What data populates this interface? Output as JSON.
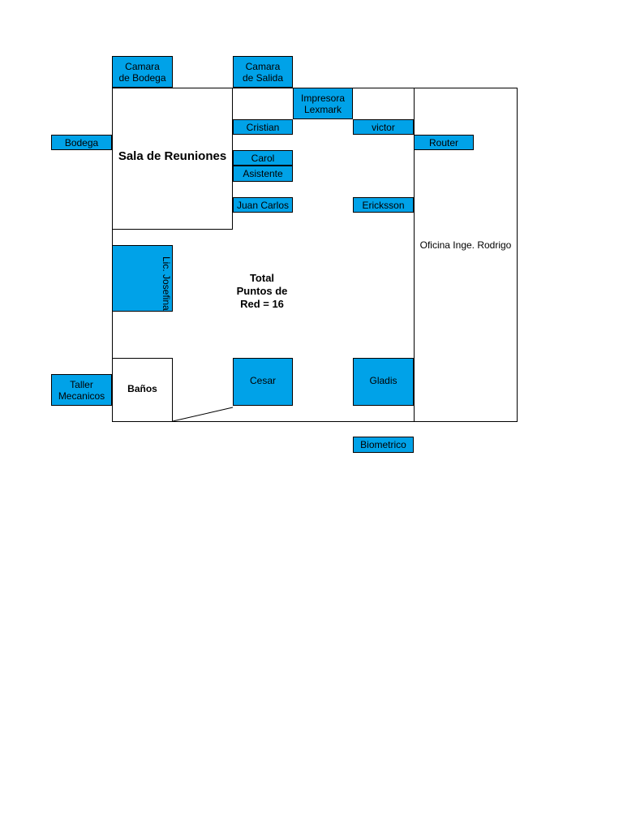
{
  "rooms": {
    "meeting_room": "Sala de Reuniones",
    "bathrooms": "Baños",
    "office": "Oficina Inge. Rodrigo"
  },
  "total_note": "Total\nPuntos de\nRed = 16",
  "points": {
    "camara_bodega": "Camara\nde Bodega",
    "camara_salida": "Camara\nde Salida",
    "impresora": "Impresora\nLexmark",
    "cristian": "Cristian",
    "victor": "victor",
    "bodega": "Bodega",
    "router": "Router",
    "carol": "Carol",
    "asistente": "Asistente",
    "juan_carlos": "Juan Carlos",
    "ericksson": "Ericksson",
    "josefina": "Lic. Josefina",
    "taller": "Taller\nMecanicos",
    "cesar": "Cesar",
    "gladis": "Gladis",
    "biometrico": "Biometrico"
  },
  "colors": {
    "node_fill": "#00a2e8",
    "stroke": "#000000"
  }
}
